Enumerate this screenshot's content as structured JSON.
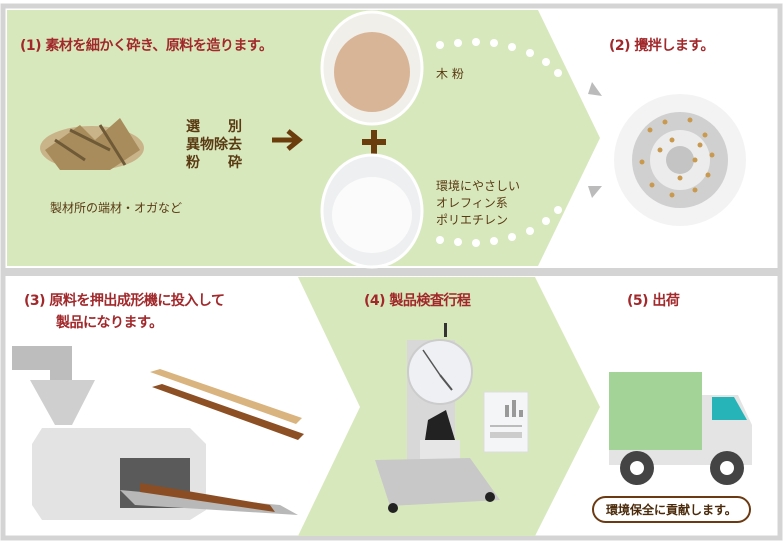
{
  "step1": {
    "title": "(1) 素材を細かく砕き、原料を造ります。",
    "process_lines": [
      "選　　別",
      "異物除去",
      "粉　　砕"
    ],
    "source_caption": "製材所の端材・オガなど",
    "wood_powder_label": "木 粉",
    "polyethylene_label": [
      "環境にやさしい",
      "オレフィン系",
      "ポリエチレン"
    ]
  },
  "step2": {
    "title": "(2) 攪拌します。"
  },
  "step3": {
    "title_lines": [
      "(3) 原料を押出成形機に投入して",
      "製品になります。"
    ]
  },
  "step4": {
    "title": "(4) 製品検査行程"
  },
  "step5": {
    "title": "(5) 出荷",
    "badge": "環境保全に貢献します。"
  },
  "colors": {
    "green": "#d8e8bd",
    "title": "#a1282b",
    "text": "#5a3a12",
    "border": "#d4d4d4"
  }
}
